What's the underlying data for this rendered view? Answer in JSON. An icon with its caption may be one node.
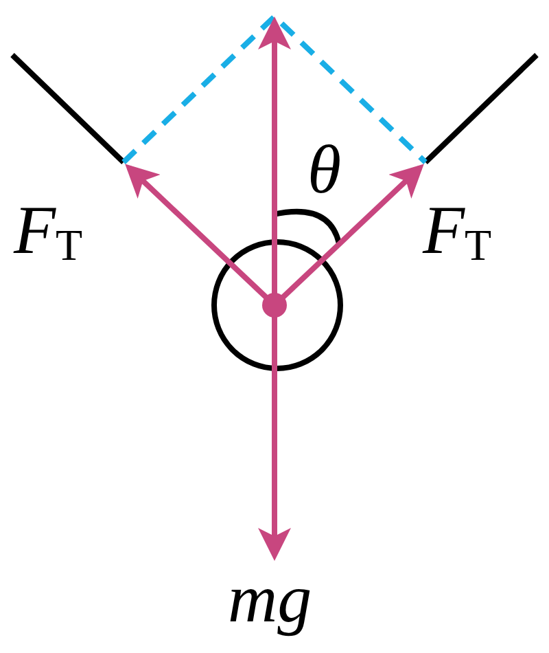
{
  "diagram": {
    "labels": [
      "*F*$_{T}$",
      "θ",
      "*F*$_{T}$",
      "mg"
    ]
  }
}
